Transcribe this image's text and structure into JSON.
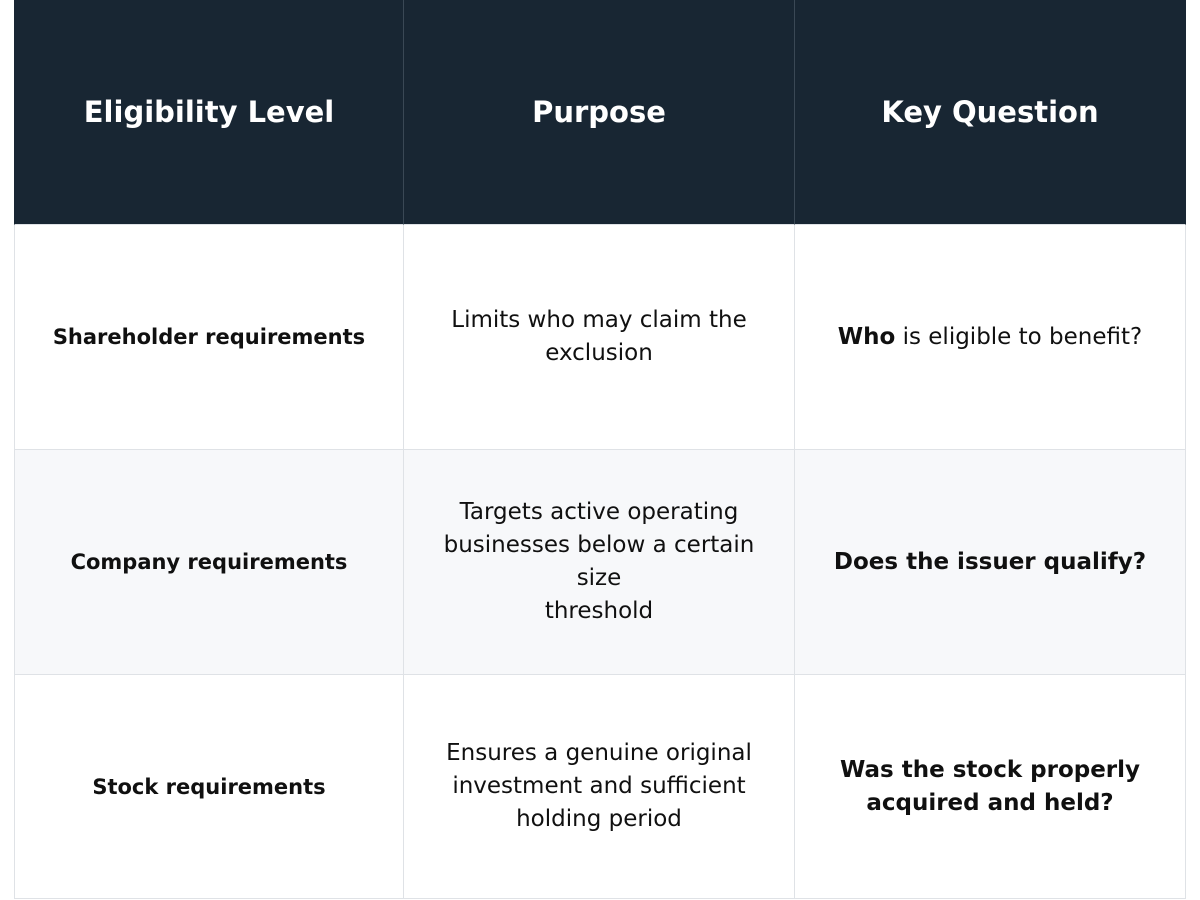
{
  "table": {
    "headers": [
      "Eligibility Level",
      "Purpose",
      "Key Question"
    ],
    "rows": [
      {
        "level": "Shareholder requirements",
        "purpose_lines": [
          "Limits who may claim the",
          "exclusion"
        ],
        "question_bold": "Who",
        "question_rest": " is eligible to benefit?"
      },
      {
        "level": "Company requirements",
        "purpose_lines": [
          "Targets active operating",
          "businesses below a certain size",
          "threshold"
        ],
        "question_bold_lines": [
          "Does the issuer qualify?"
        ]
      },
      {
        "level": "Stock requirements",
        "purpose_lines": [
          "Ensures a genuine original",
          "investment and sufficient",
          "holding period"
        ],
        "question_bold_lines": [
          "Was the stock properly",
          "acquired and held?"
        ]
      }
    ]
  }
}
